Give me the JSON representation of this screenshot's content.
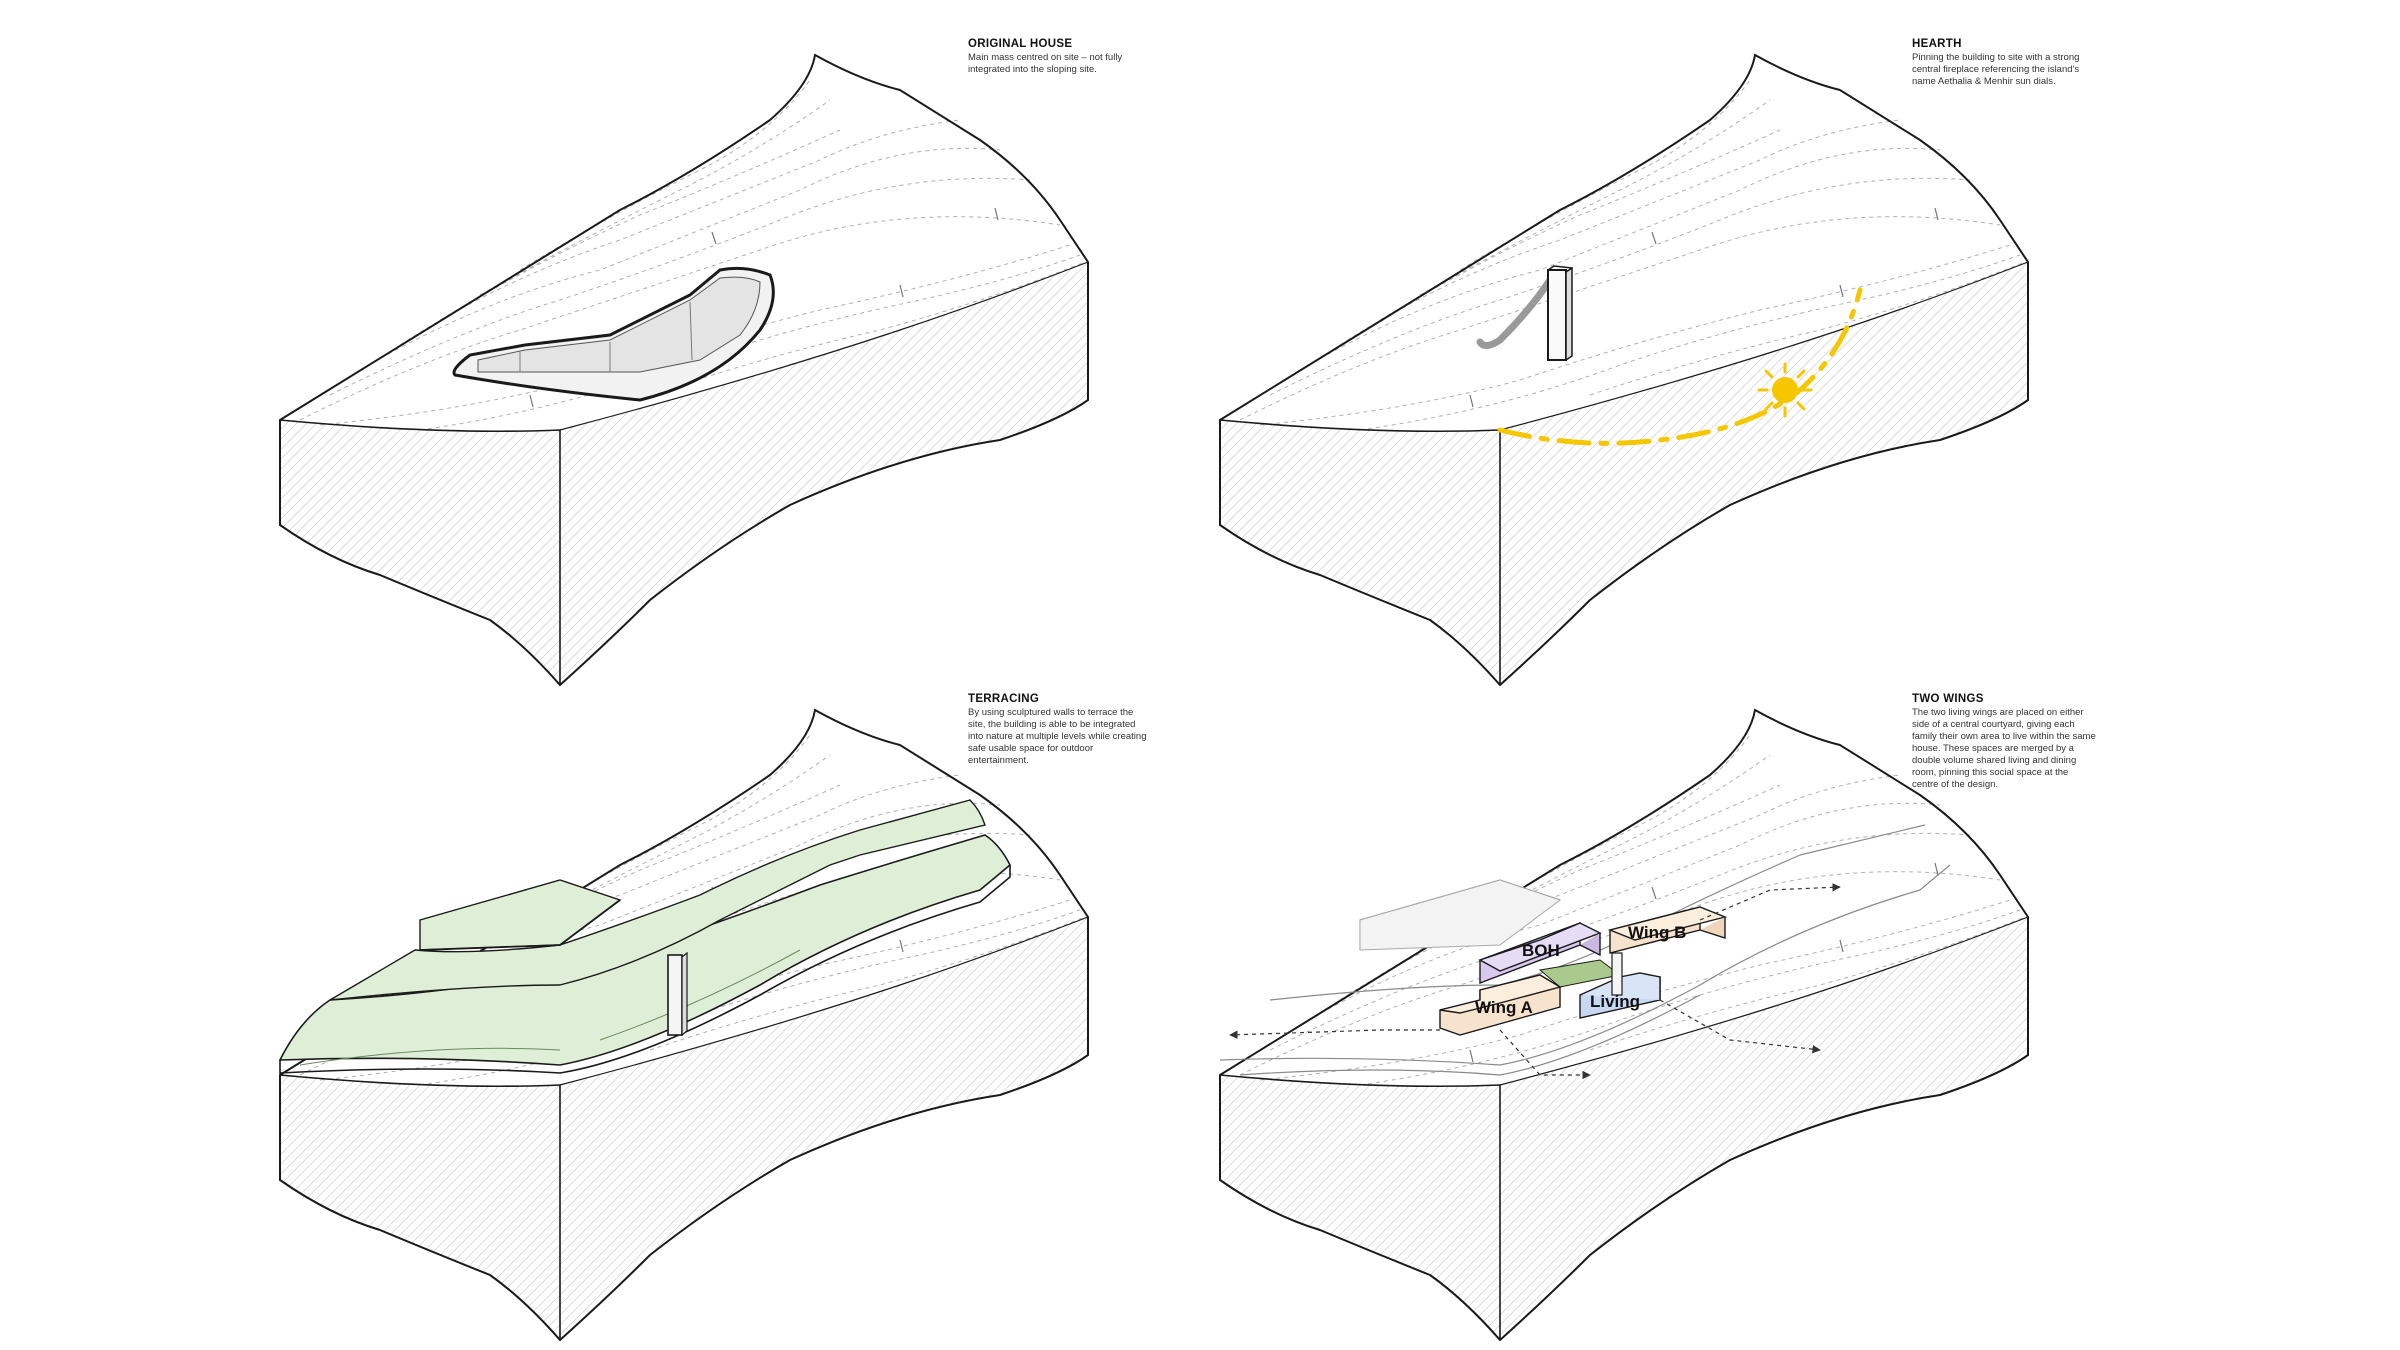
{
  "panels": [
    {
      "title": "ORIGINAL HOUSE",
      "text": "Main mass centred on site – not fully integrated into the sloping site."
    },
    {
      "title": "HEARTH",
      "text": "Pinning the building to site with a strong central fireplace referencing the island's name Aethalia & Menhir sun dials."
    },
    {
      "title": "TERRACING",
      "text": "By using sculptured walls to terrace the site, the building is able to be integrated into nature at multiple levels while creating safe usable space for outdoor entertainment."
    },
    {
      "title": "TWO WINGS",
      "text": "The two living wings are placed on either side of a central courtyard, giving each family their own area to live within the same house. These spaces are merged by a double volume shared living and dining room, pinning this social space at the centre of the design."
    }
  ],
  "wings": {
    "boh": "BOH",
    "wing_b": "Wing B",
    "wing_a": "Wing A",
    "living": "Living"
  },
  "colors": {
    "terrace_green": "#dfeed6",
    "courtyard_green": "#a9c98d",
    "sun_yellow": "#f6c600",
    "boh_purple": "#d8c8ee",
    "wing_peach": "#f7e3cd",
    "living_blue": "#c8d8f2",
    "site_white": "#ffffff",
    "line_black": "#1a1a1a"
  },
  "icons": [
    "sun-icon",
    "hearth-pillar-icon",
    "arrow-icon"
  ]
}
